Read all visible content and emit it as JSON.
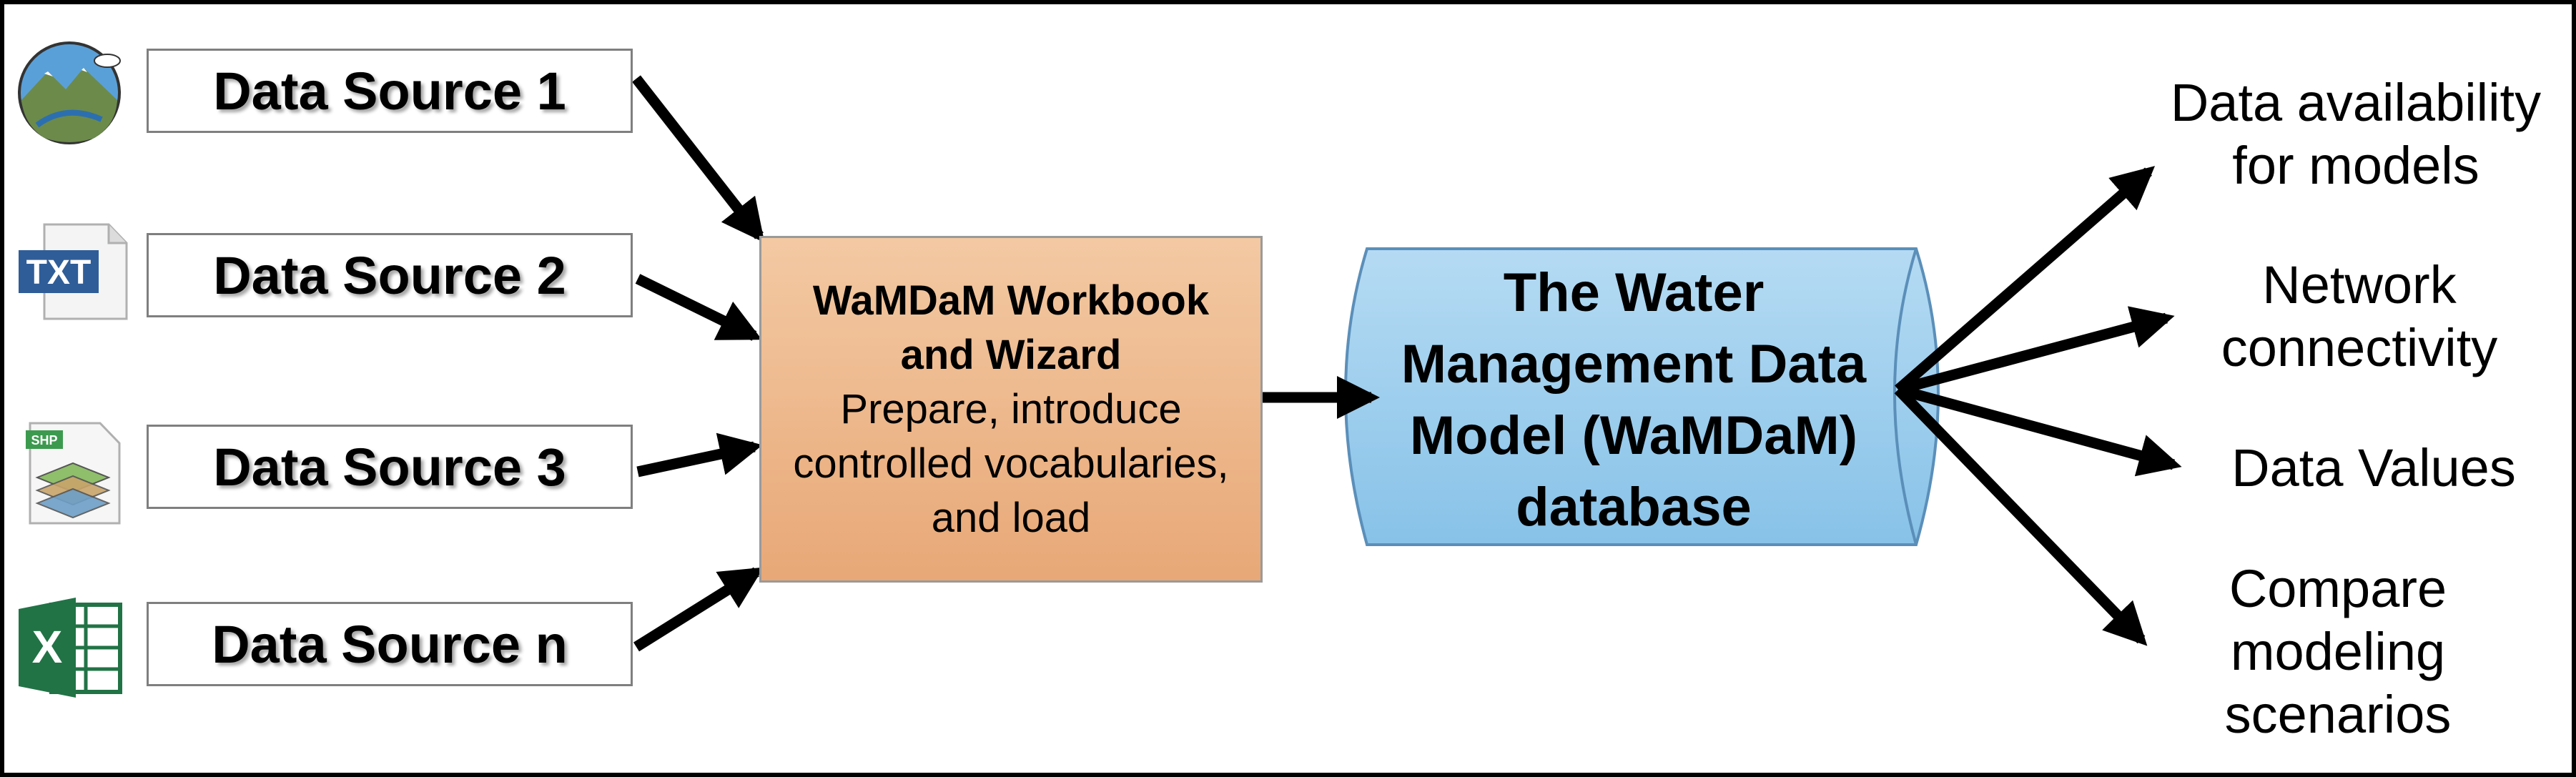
{
  "sources": [
    {
      "label": "Data Source 1",
      "icon": "landscape-globe-icon"
    },
    {
      "label": "Data Source 2",
      "icon": "txt-file-icon"
    },
    {
      "label": "Data Source 3",
      "icon": "shapefile-icon"
    },
    {
      "label": "Data Source n",
      "icon": "excel-icon"
    }
  ],
  "icon_text": {
    "txt": "TXT",
    "shp": "SHP",
    "excel": "X"
  },
  "wizard": {
    "title": "WaMDaM Workbook and Wizard",
    "description": "Prepare, introduce controlled vocabularies, and load"
  },
  "database": {
    "label": "The Water Management Data Model (WaMDaM) database"
  },
  "outputs": [
    {
      "label": "Data availability for models"
    },
    {
      "label": "Network connectivity"
    },
    {
      "label": "Data Values"
    },
    {
      "label": "Compare modeling scenarios"
    }
  ],
  "colors": {
    "wizard_fill": "#f0c29a",
    "database_fill": "#9ccfee",
    "database_stroke": "#5b8fb9",
    "excel_green": "#217346",
    "txt_blue": "#2f5d98"
  }
}
